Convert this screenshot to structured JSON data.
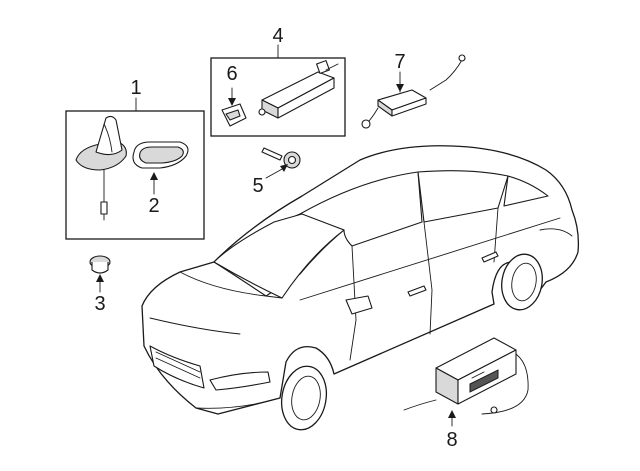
{
  "diagram": {
    "callouts": [
      {
        "id": "1",
        "label": "1"
      },
      {
        "id": "2",
        "label": "2"
      },
      {
        "id": "3",
        "label": "3"
      },
      {
        "id": "4",
        "label": "4"
      },
      {
        "id": "5",
        "label": "5"
      },
      {
        "id": "6",
        "label": "6"
      },
      {
        "id": "7",
        "label": "7"
      },
      {
        "id": "8",
        "label": "8"
      }
    ],
    "colors": {
      "line": "#1a1a1a",
      "background": "#ffffff",
      "shade": "#d9d9d9"
    }
  }
}
